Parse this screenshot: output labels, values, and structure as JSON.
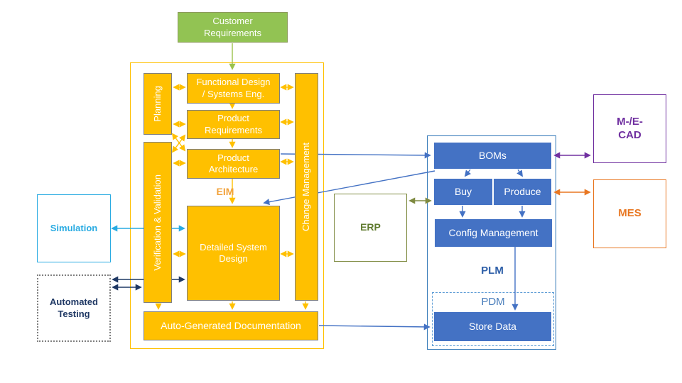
{
  "colors": {
    "gold": "#FFC000",
    "boxborder": "#7F7F7F",
    "green": "#92C353",
    "greenborder": "#8C9A5A",
    "greenline": "#9BC24B",
    "bluefill": "#4472C4",
    "blueline": "#4472C4",
    "plmborder": "#2E75B6",
    "pdmborder": "#5B9BD5",
    "cyan": "#29ABE2",
    "navy": "#1F3864",
    "olive": "#7E8A40",
    "purple": "#7030A0",
    "orange": "#E87722",
    "eimtext": "#F2A33C",
    "erptext": "#5F7A2E",
    "plmtext": "#2E5FA8",
    "pdmtext": "#4A7EBB",
    "dotted": "#7F7F7F"
  },
  "nodes": {
    "customer_requirements": {
      "label": "Customer Requirements"
    },
    "planning": {
      "label": "Planning"
    },
    "functional_design": {
      "line1": "Functional Design",
      "line2": "/ Systems Eng."
    },
    "product_requirements": {
      "label": "Product Requirements"
    },
    "product_architecture": {
      "label": "Product Architecture"
    },
    "eim": {
      "label": "EIM"
    },
    "detailed_system_design": {
      "label": "Detailed System Design"
    },
    "verification_validation": {
      "label": "Verification & Validation"
    },
    "change_management": {
      "label": "Change Management"
    },
    "auto_generated_documentation": {
      "label": "Auto-Generated Documentation"
    },
    "simulation": {
      "label": "Simulation"
    },
    "automated_testing": {
      "label": "Automated Testing"
    },
    "erp": {
      "label": "ERP"
    },
    "boms": {
      "label": "BOMs"
    },
    "buy": {
      "label": "Buy"
    },
    "produce": {
      "label": "Produce"
    },
    "config_management": {
      "label": "Config Management"
    },
    "plm": {
      "label": "PLM"
    },
    "pdm": {
      "label": "PDM"
    },
    "store_data": {
      "label": "Store Data"
    },
    "mecad": {
      "line1": "M-/E-",
      "line2": "CAD"
    },
    "mes": {
      "label": "MES"
    }
  }
}
